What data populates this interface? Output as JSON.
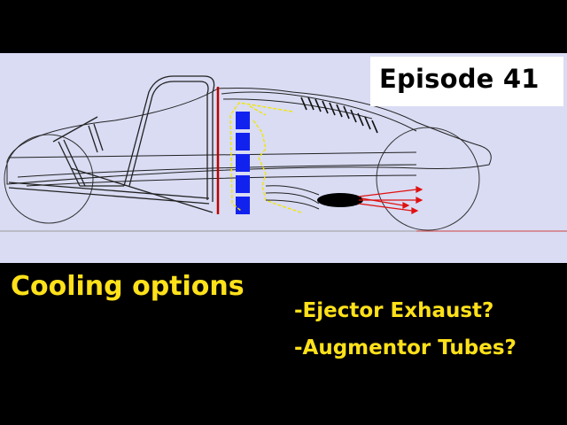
{
  "episode": {
    "label": "Episode 41"
  },
  "captions": {
    "main": "Cooling options",
    "options": [
      "-Ejector Exhaust?",
      "-Augmentor Tubes?"
    ]
  },
  "colors": {
    "background": "#000000",
    "canvas": "#d9dcf3",
    "caption_text": "#ffe11a",
    "radiator_blue": "#1222ee",
    "flow_yellow": "#f3e600",
    "exhaust_red": "#e01010",
    "firewall_red": "#c00000"
  },
  "drawing": {
    "subject": "vehicle-side-profile-sketch",
    "icons": [
      "front-wheel-icon",
      "rear-wheel-icon",
      "radiator-icon",
      "ejector-nozzle-icon",
      "airflow-arrows-icon",
      "exhaust-arrows-icon",
      "roll-cage-icon"
    ]
  }
}
